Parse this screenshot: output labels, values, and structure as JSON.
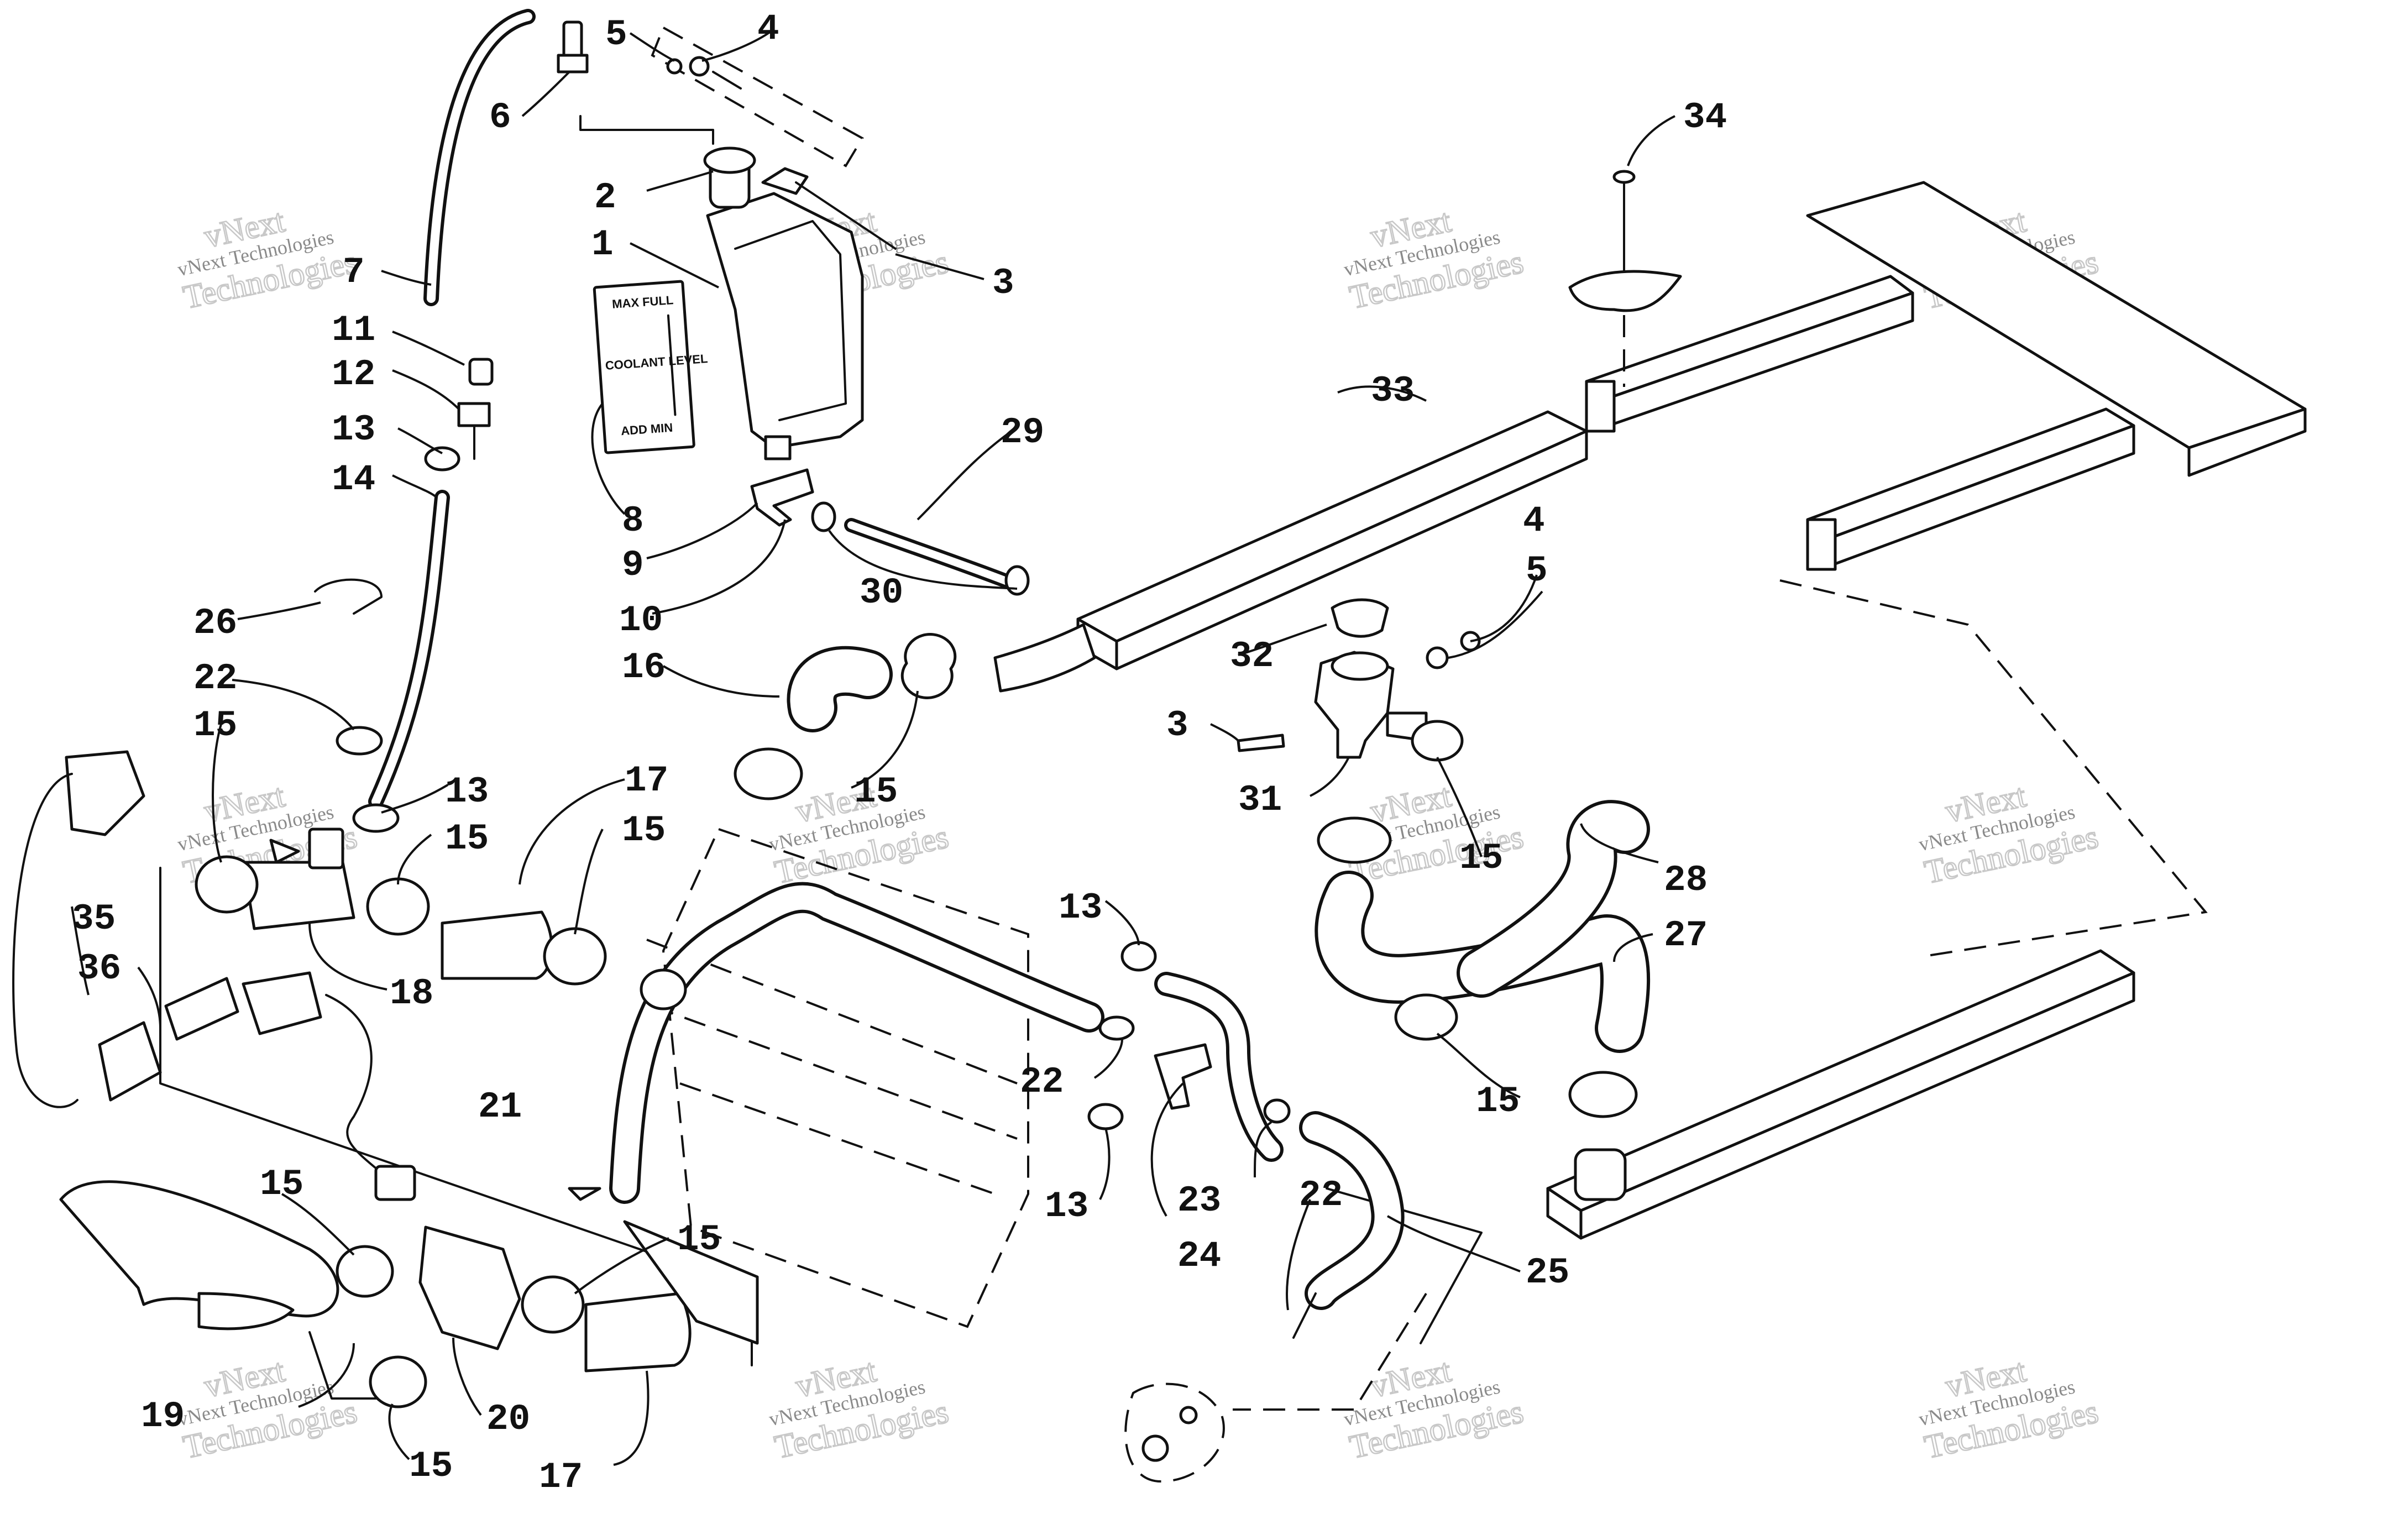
{
  "callouts": [
    {
      "id": "c1",
      "text": "1"
    },
    {
      "id": "c2",
      "text": "2"
    },
    {
      "id": "c3",
      "text": "3"
    },
    {
      "id": "c4",
      "text": "4"
    },
    {
      "id": "c5",
      "text": "5"
    },
    {
      "id": "c6",
      "text": "6"
    },
    {
      "id": "c7",
      "text": "7"
    },
    {
      "id": "c8",
      "text": "8"
    },
    {
      "id": "c9",
      "text": "9"
    },
    {
      "id": "c10",
      "text": "10"
    },
    {
      "id": "c11",
      "text": "11"
    },
    {
      "id": "c12",
      "text": "12"
    },
    {
      "id": "c13",
      "text": "13"
    },
    {
      "id": "c14",
      "text": "14"
    },
    {
      "id": "c15",
      "text": "15"
    },
    {
      "id": "c16",
      "text": "16"
    },
    {
      "id": "c17",
      "text": "17"
    },
    {
      "id": "c18",
      "text": "18"
    },
    {
      "id": "c19",
      "text": "19"
    },
    {
      "id": "c20",
      "text": "20"
    },
    {
      "id": "c21",
      "text": "21"
    },
    {
      "id": "c22",
      "text": "22"
    },
    {
      "id": "c23",
      "text": "23"
    },
    {
      "id": "c24",
      "text": "24"
    },
    {
      "id": "c25",
      "text": "25"
    },
    {
      "id": "c26",
      "text": "26"
    },
    {
      "id": "c27",
      "text": "27"
    },
    {
      "id": "c28",
      "text": "28"
    },
    {
      "id": "c29",
      "text": "29"
    },
    {
      "id": "c30",
      "text": "30"
    },
    {
      "id": "c31",
      "text": "31"
    },
    {
      "id": "c32",
      "text": "32"
    },
    {
      "id": "c33",
      "text": "33"
    },
    {
      "id": "c34",
      "text": "34"
    },
    {
      "id": "c35",
      "text": "35"
    },
    {
      "id": "c36",
      "text": "36"
    }
  ],
  "watermark": {
    "line1": "vNext Technologies",
    "line2": "vNext",
    "line3": "Technologies"
  },
  "decal": {
    "top": "MAX FULL",
    "middle": "COOLANT LEVEL",
    "bottom": "ADD MIN"
  }
}
